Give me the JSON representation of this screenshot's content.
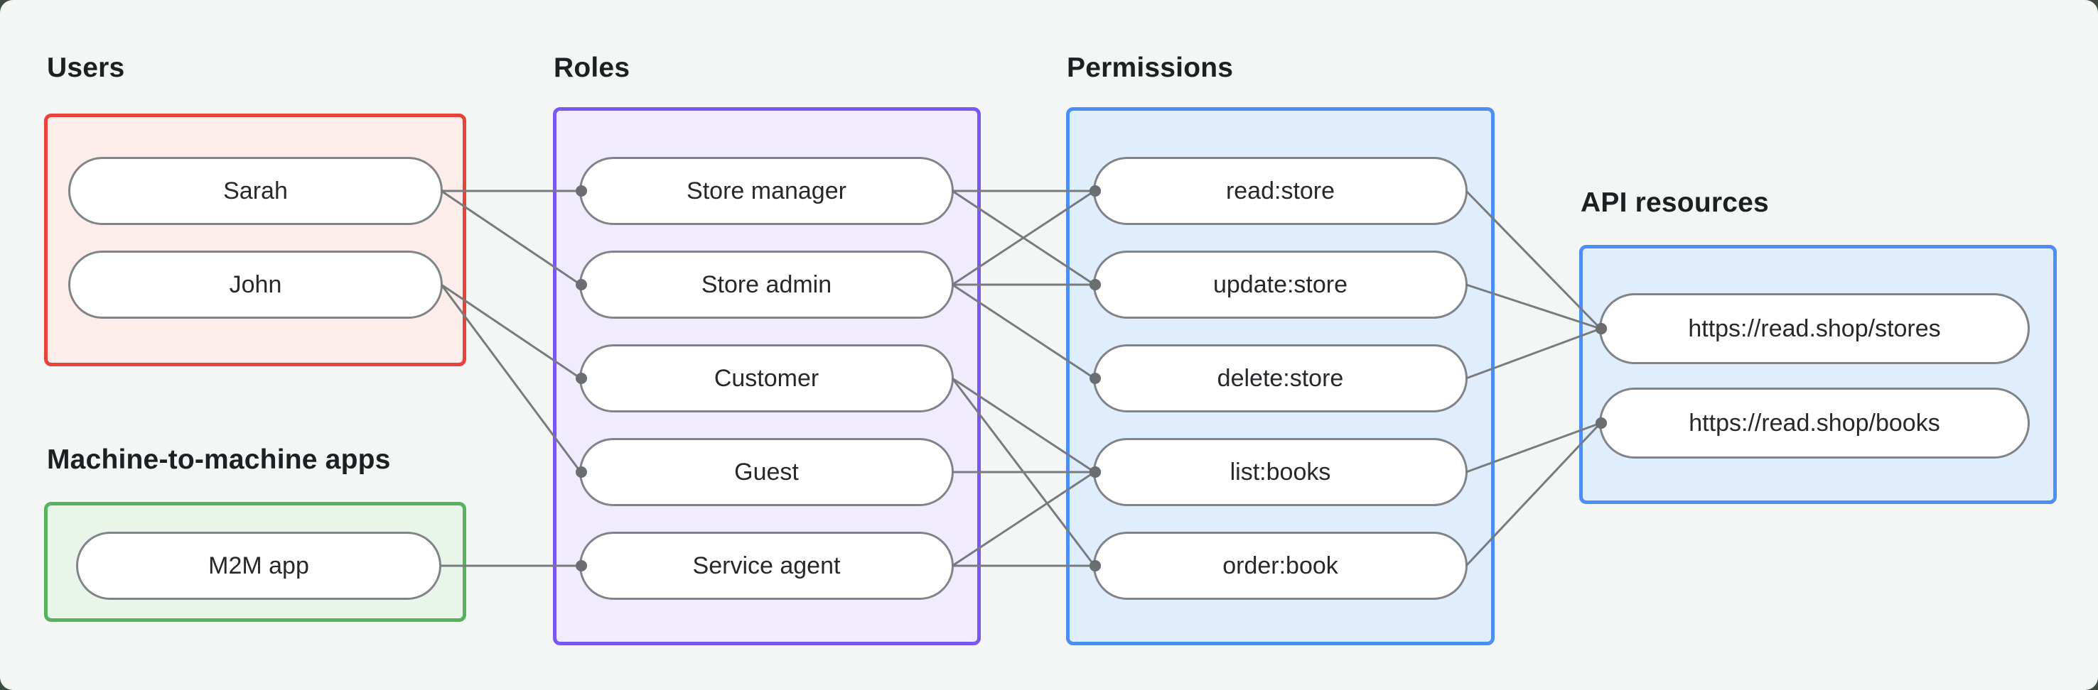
{
  "page": {
    "outer_background": "#3e4a40",
    "panel_background": "#f4f6f5"
  },
  "palette": {
    "node_fill": "#ffffff",
    "node_border": "#808387",
    "node_text": "#26282b",
    "heading_text": "#1d1f22",
    "edge_color": "#787b7e",
    "dot_color": "#6b6e71"
  },
  "groups": [
    {
      "id": "users",
      "label": "Users",
      "border_color": "#e8433b",
      "fill_color": "#fcecea",
      "nodes": [
        {
          "id": "sarah",
          "label": "Sarah"
        },
        {
          "id": "john",
          "label": "John"
        }
      ]
    },
    {
      "id": "m2m",
      "label": "Machine-to-machine apps",
      "border_color": "#56b25c",
      "fill_color": "#e9f5e9",
      "nodes": [
        {
          "id": "m2m-app",
          "label": "M2M app"
        }
      ]
    },
    {
      "id": "roles",
      "label": "Roles",
      "border_color": "#7a56f3",
      "fill_color": "#f1ecfd",
      "nodes": [
        {
          "id": "store-manager",
          "label": "Store manager"
        },
        {
          "id": "store-admin",
          "label": "Store admin"
        },
        {
          "id": "customer",
          "label": "Customer"
        },
        {
          "id": "guest",
          "label": "Guest"
        },
        {
          "id": "service-agent",
          "label": "Service agent"
        }
      ]
    },
    {
      "id": "permissions",
      "label": "Permissions",
      "border_color": "#4b8ff6",
      "fill_color": "#dfedfd",
      "nodes": [
        {
          "id": "read-store",
          "label": "read:store"
        },
        {
          "id": "update-store",
          "label": "update:store"
        },
        {
          "id": "delete-store",
          "label": "delete:store"
        },
        {
          "id": "list-books",
          "label": "list:books"
        },
        {
          "id": "order-book",
          "label": "order:book"
        }
      ]
    },
    {
      "id": "api",
      "label": "API resources",
      "border_color": "#4b8ff6",
      "fill_color": "#dfedfd",
      "nodes": [
        {
          "id": "api-stores",
          "label": "https://read.shop/stores"
        },
        {
          "id": "api-books",
          "label": "https://read.shop/books"
        }
      ]
    }
  ],
  "edges": [
    [
      "sarah",
      "store-manager"
    ],
    [
      "sarah",
      "store-admin"
    ],
    [
      "john",
      "customer"
    ],
    [
      "john",
      "guest"
    ],
    [
      "m2m-app",
      "service-agent"
    ],
    [
      "store-manager",
      "read-store"
    ],
    [
      "store-manager",
      "update-store"
    ],
    [
      "store-admin",
      "read-store"
    ],
    [
      "store-admin",
      "update-store"
    ],
    [
      "store-admin",
      "delete-store"
    ],
    [
      "customer",
      "list-books"
    ],
    [
      "customer",
      "order-book"
    ],
    [
      "guest",
      "list-books"
    ],
    [
      "service-agent",
      "list-books"
    ],
    [
      "service-agent",
      "order-book"
    ],
    [
      "read-store",
      "api-stores"
    ],
    [
      "update-store",
      "api-stores"
    ],
    [
      "delete-store",
      "api-stores"
    ],
    [
      "list-books",
      "api-books"
    ],
    [
      "order-book",
      "api-books"
    ]
  ]
}
